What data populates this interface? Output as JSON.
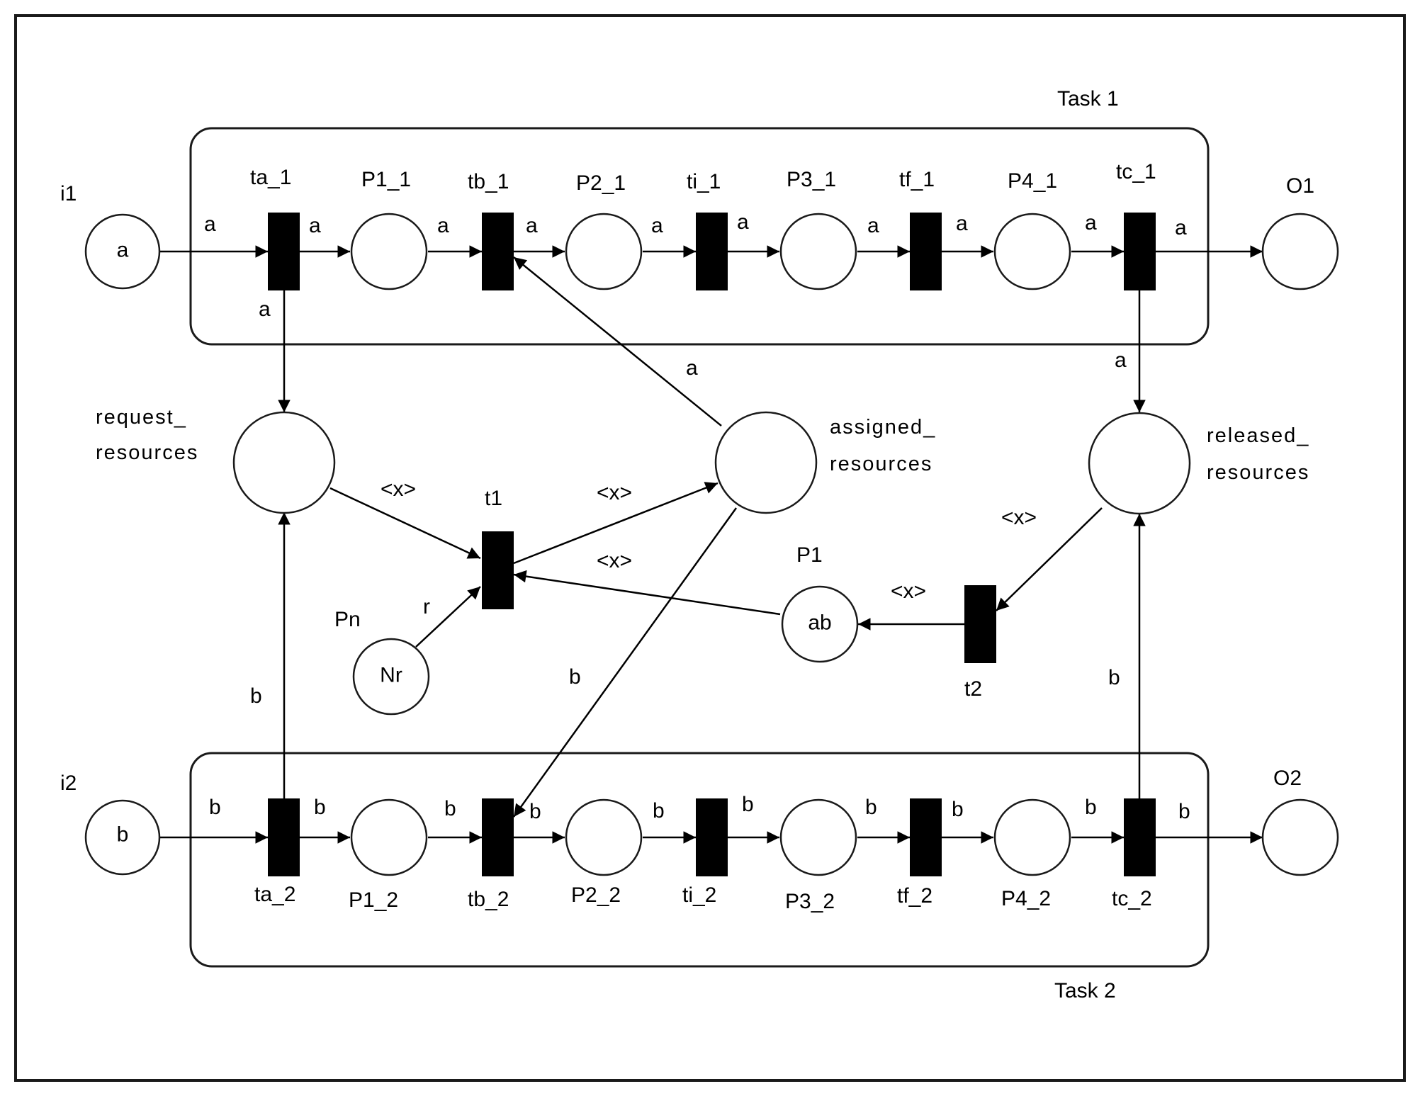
{
  "groups": {
    "task1": "Task 1",
    "task2": "Task 2"
  },
  "places": {
    "i1": {
      "label": "i1",
      "token": "a"
    },
    "p1_1": {
      "label": "P1_1",
      "token": ""
    },
    "p2_1": {
      "label": "P2_1",
      "token": ""
    },
    "p3_1": {
      "label": "P3_1",
      "token": ""
    },
    "p4_1": {
      "label": "P4_1",
      "token": ""
    },
    "o1": {
      "label": "O1",
      "token": ""
    },
    "i2": {
      "label": "i2",
      "token": "b"
    },
    "p1_2": {
      "label": "P1_2",
      "token": ""
    },
    "p2_2": {
      "label": "P2_2",
      "token": ""
    },
    "p3_2": {
      "label": "P3_2",
      "token": ""
    },
    "p4_2": {
      "label": "P4_2",
      "token": ""
    },
    "o2": {
      "label": "O2",
      "token": ""
    },
    "request": {
      "label_line1": "request_",
      "label_line2": "resources",
      "token": ""
    },
    "assigned": {
      "label_line1": "assigned_",
      "label_line2": "resources",
      "token": ""
    },
    "released": {
      "label_line1": "released_",
      "label_line2": "resources",
      "token": ""
    },
    "pn": {
      "label": "Pn",
      "token": "Nr"
    },
    "p1": {
      "label": "P1",
      "token": "ab"
    }
  },
  "transitions": {
    "ta_1": "ta_1",
    "tb_1": "tb_1",
    "ti_1": "ti_1",
    "tf_1": "tf_1",
    "tc_1": "tc_1",
    "ta_2": "ta_2",
    "tb_2": "tb_2",
    "ti_2": "ti_2",
    "tf_2": "tf_2",
    "tc_2": "tc_2",
    "t1": "t1",
    "t2": "t2"
  },
  "arc_labels": {
    "a": "a",
    "b": "b",
    "x": "<x>",
    "r": "r"
  }
}
